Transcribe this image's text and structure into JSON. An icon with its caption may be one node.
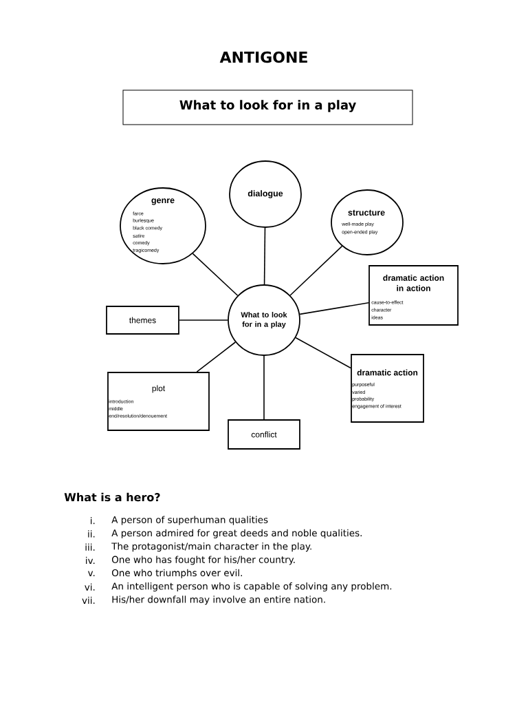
{
  "diagram": {
    "title": "ANTIGONE",
    "nodes": [
      {
        "text": [
          "What to look for in a play"
        ]
      },
      {
        "text": [
          "What to look for in a play"
        ]
      },
      {
        "text": [
          "genre",
          "farce",
          "burlesque",
          "black comedy",
          "satire",
          "comedy",
          "tragicomedy"
        ]
      },
      {
        "text": [
          "dialogue"
        ]
      },
      {
        "text": [
          "structure",
          "well-made  play",
          "open-ended play"
        ]
      },
      {
        "text": [
          "dramatic action in action",
          "cause-to-effect",
          "character",
          "ideas"
        ]
      },
      {
        "text": [
          "themes"
        ]
      },
      {
        "text": [
          "plot",
          "introduction",
          "middle",
          "end/resolution/denouement"
        ]
      },
      {
        "text": [
          "conflict"
        ]
      },
      {
        "text": [
          "dramatic action",
          "purposeful",
          "varied",
          "probability",
          "engagement of interest"
        ]
      }
    ],
    "edges": [
      {
        "from": 1,
        "to": 2,
        "arrow": "none"
      },
      {
        "from": 1,
        "to": 3,
        "arrow": "none"
      },
      {
        "from": 1,
        "to": 4,
        "arrow": "none"
      },
      {
        "from": 1,
        "to": 5,
        "arrow": "none"
      },
      {
        "from": 1,
        "to": 6,
        "arrow": "none"
      },
      {
        "from": 1,
        "to": 7,
        "arrow": "none"
      },
      {
        "from": 1,
        "to": 8,
        "arrow": "none"
      },
      {
        "from": 1,
        "to": 9,
        "arrow": "none"
      }
    ],
    "labels": [
      "What is a hero?",
      "i.",
      "A person of superhuman qualities",
      "ii.",
      "A person admired for great deeds and noble qualities.",
      "iii.",
      "The protagonist/main character in the play.",
      "iv.",
      "One who has fought for his/her country.",
      "v.",
      "One who triumphs over evil.",
      "vi.",
      "An intelligent person who is capable of solving any problem.",
      "vii.",
      "His/her downfall may involve an entire nation."
    ]
  }
}
